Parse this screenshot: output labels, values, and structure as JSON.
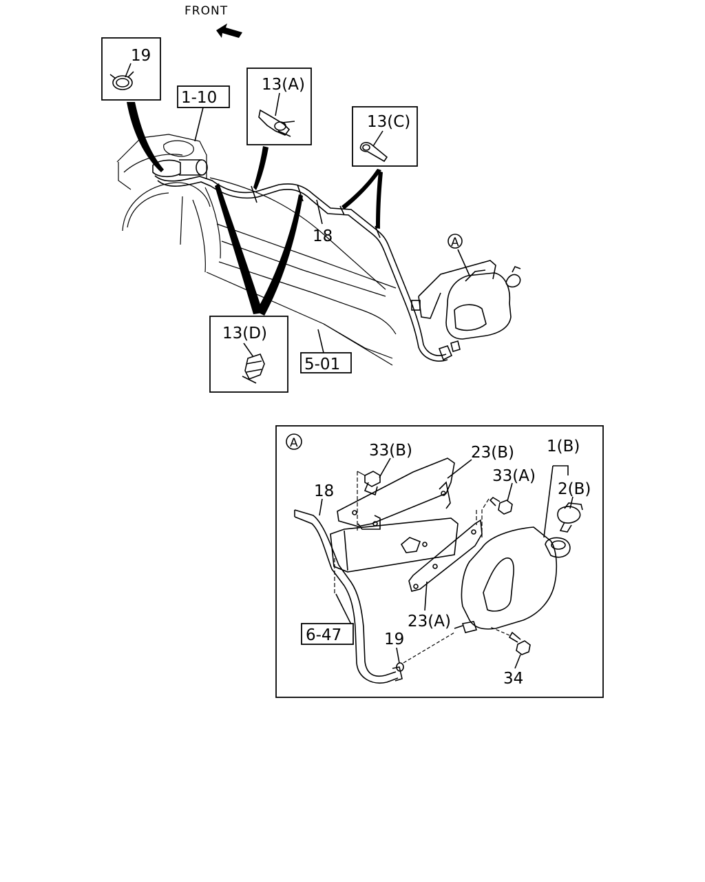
{
  "front_label": "FRONT",
  "top_callouts": {
    "c19": "19",
    "c13a": "13(A)",
    "c13c": "13(C)",
    "c13d": "13(D)"
  },
  "top_labels": {
    "ref_1_10": "1-10",
    "part_18": "18",
    "ref_5_01": "5-01",
    "detail_marker": "A"
  },
  "detail_A": {
    "marker": "A",
    "p33b": "33(B)",
    "p23b": "23(B)",
    "p1b": "1(B)",
    "p33a": "33(A)",
    "p2b": "2(B)",
    "p18": "18",
    "p23a": "23(A)",
    "ref_6_47": "6-47",
    "p19": "19",
    "p34": "34"
  }
}
